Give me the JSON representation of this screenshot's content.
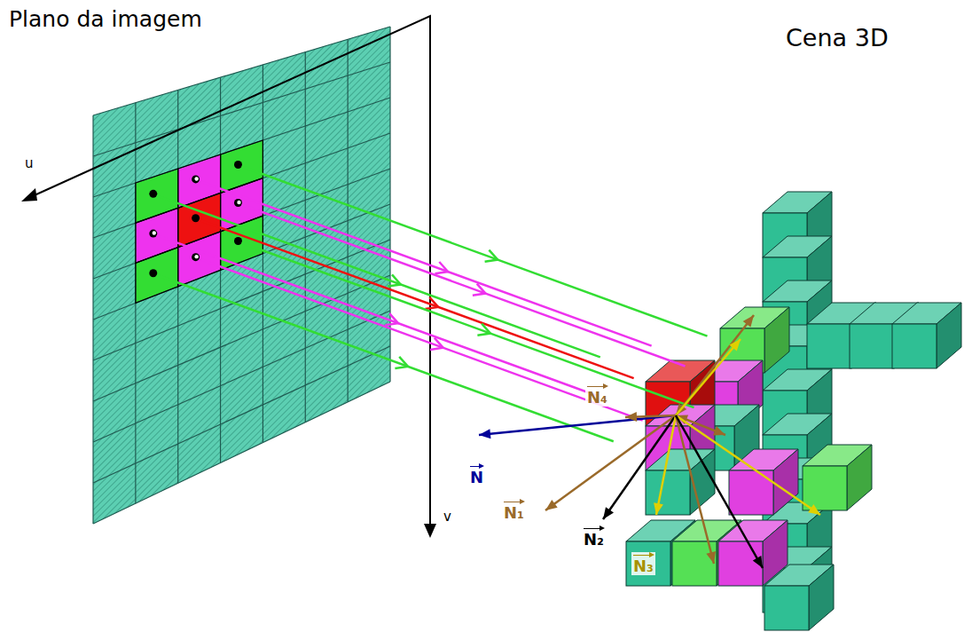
{
  "diagram": {
    "labels": [
      "Plano da imagem",
      "Cena 3D",
      "u",
      "v",
      "N",
      "N₁",
      "N₂",
      "N₃",
      "N₄"
    ]
  }
}
